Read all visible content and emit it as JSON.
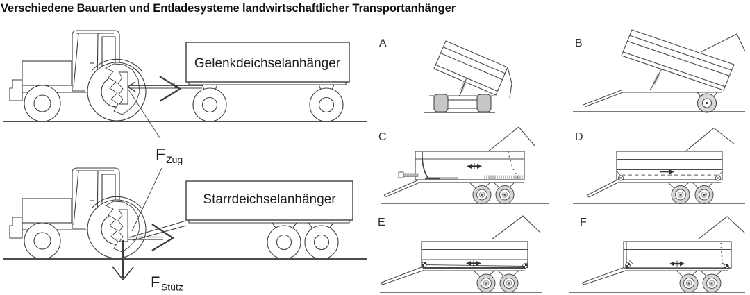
{
  "title": "Verschiedene Bauarten und Entladesysteme landwirtschaftlicher Transportanhänger",
  "scenes": {
    "gelenk": {
      "label": "Gelenkdeichselanhänger"
    },
    "starr": {
      "label": "Starrdeichselanhänger"
    },
    "force_zug": {
      "symbol": "F",
      "subscript": "Zug"
    },
    "force_stuetz": {
      "symbol": "F",
      "subscript": "Stütz"
    }
  },
  "panels": [
    {
      "letter": "A"
    },
    {
      "letter": "B"
    },
    {
      "letter": "C"
    },
    {
      "letter": "D"
    },
    {
      "letter": "E"
    },
    {
      "letter": "F"
    }
  ],
  "colors": {
    "line": "#3d3d3d",
    "panel_line": "#4a4a4a",
    "ground": "#4d4d4d",
    "wheel_fill": "#d4d4d4",
    "background": "#ffffff"
  }
}
